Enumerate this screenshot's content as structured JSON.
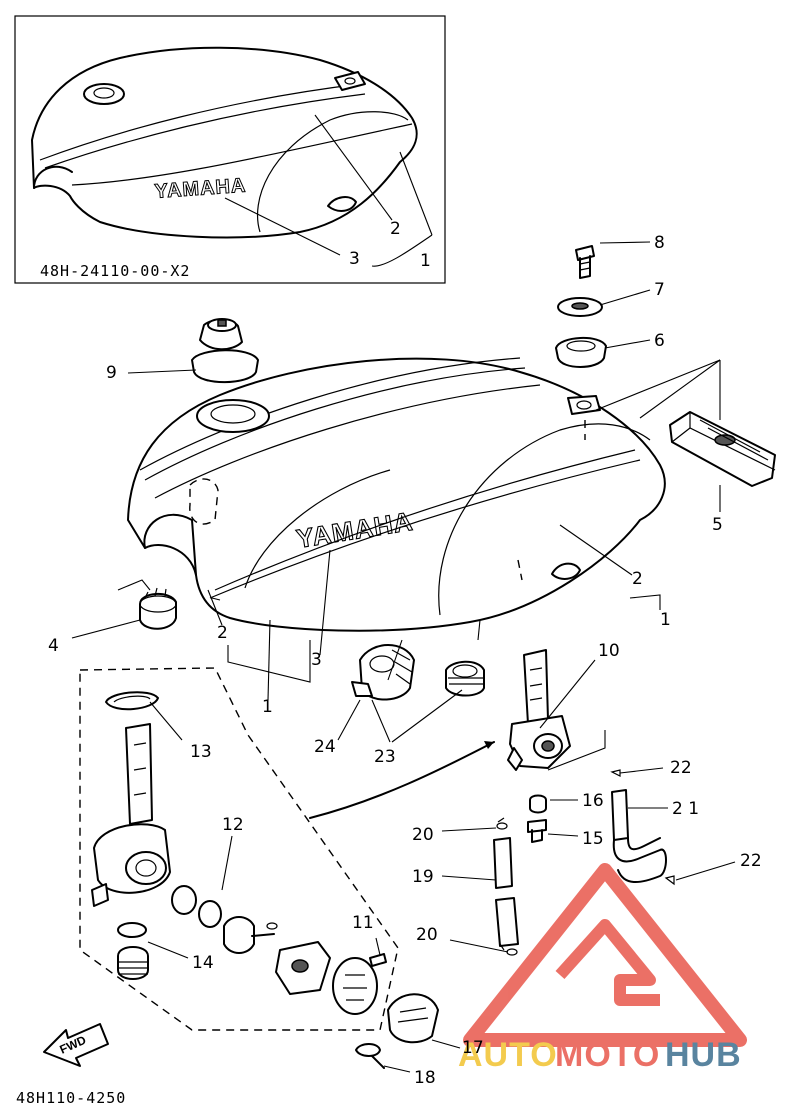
{
  "diagram": {
    "inset_code": "48H-24110-00-X2",
    "figure_code": "48H110-4250",
    "fwd_label": "FWD",
    "tank_brand": "YAMAHA",
    "inset_brand": "YAMAHA",
    "watermark": {
      "part1": "AUTO",
      "part2": "MOTO",
      "part3": "HUB",
      "colors": {
        "auto": "#f2c230",
        "moto": "#e8584c",
        "hub": "#3d6f8f"
      }
    },
    "callouts": {
      "inset_1": "1",
      "inset_2": "2",
      "inset_3": "3",
      "c1a": "1",
      "c1b": "1",
      "c2a": "2",
      "c2b": "2",
      "c3": "3",
      "c4": "4",
      "c5": "5",
      "c6": "6",
      "c7": "7",
      "c8": "8",
      "c9": "9",
      "c10": "10",
      "c11": "11",
      "c12": "12",
      "c13": "13",
      "c14": "14",
      "c15": "15",
      "c16": "16",
      "c17": "17",
      "c18": "18",
      "c19": "19",
      "c20a": "20",
      "c20b": "20",
      "c21": "2 1",
      "c22a": "22",
      "c22b": "22",
      "c23": "23",
      "c24": "24"
    }
  }
}
